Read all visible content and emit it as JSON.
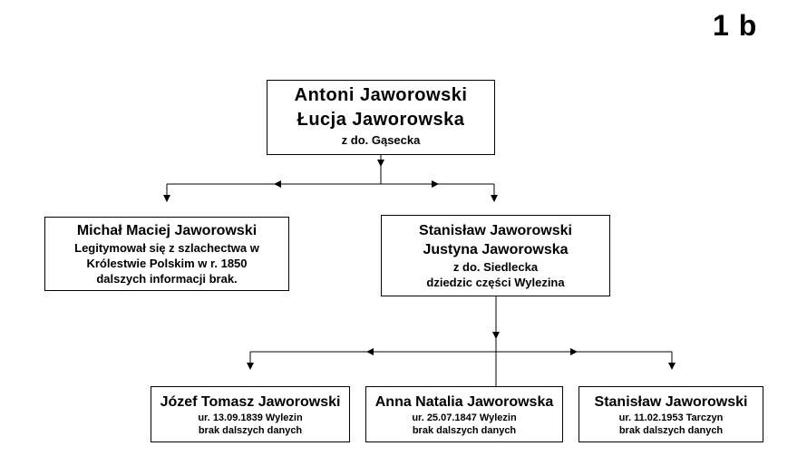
{
  "page_label": "1 b",
  "root": {
    "name1": "Antoni  Jaworowski",
    "name2": "Łucja  Jaworowska",
    "note": "z do. Gąsecka"
  },
  "michal": {
    "name": "Michał  Maciej  Jaworowski",
    "lines": [
      "Legitymował się z szlachectwa w",
      "Królestwie Polskim w r. 1850",
      "dalszych informacji  brak."
    ]
  },
  "stanislaw": {
    "name1": "Stanisław  Jaworowski",
    "name2": "Justyna  Jaworowska",
    "lines": [
      "z do. Siedlecka",
      "dziedzic części Wylezina"
    ]
  },
  "children": [
    {
      "name": "Józef Tomasz Jaworowski",
      "born": "ur. 13.09.1839 Wylezin",
      "note": "brak dalszych danych"
    },
    {
      "name": "Anna Natalia Jaworowska",
      "born": "ur. 25.07.1847 Wylezin",
      "note": "brak dalszych danych"
    },
    {
      "name": "Stanisław Jaworowski",
      "born": "ur. 11.02.1953 Tarczyn",
      "note": "brak dalszych danych"
    }
  ]
}
